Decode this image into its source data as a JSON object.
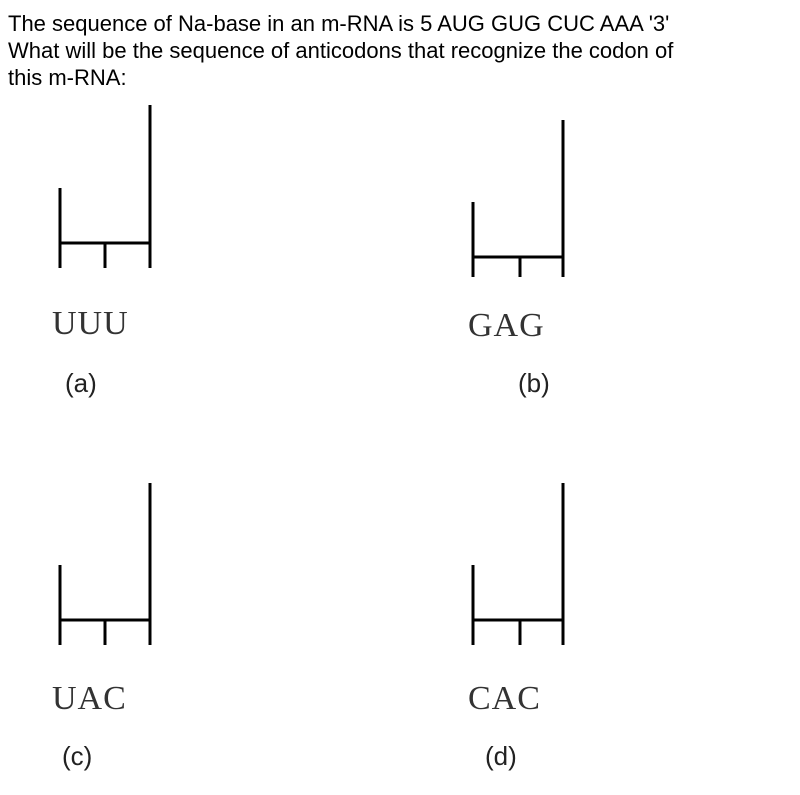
{
  "question": {
    "lines": [
      "The sequence of Na-base in an m-RNA is 5 AUG GUG CUC AAA '3'",
      "What will be the sequence of anticodons that recognize the codon of",
      "this m-RNA:"
    ]
  },
  "options": [
    {
      "codon": "UUU",
      "label": "(a)"
    },
    {
      "codon": "GAG",
      "label": "(b)"
    },
    {
      "codon": "UAC",
      "label": "(c)"
    },
    {
      "codon": "CAC",
      "label": "(d)"
    }
  ]
}
